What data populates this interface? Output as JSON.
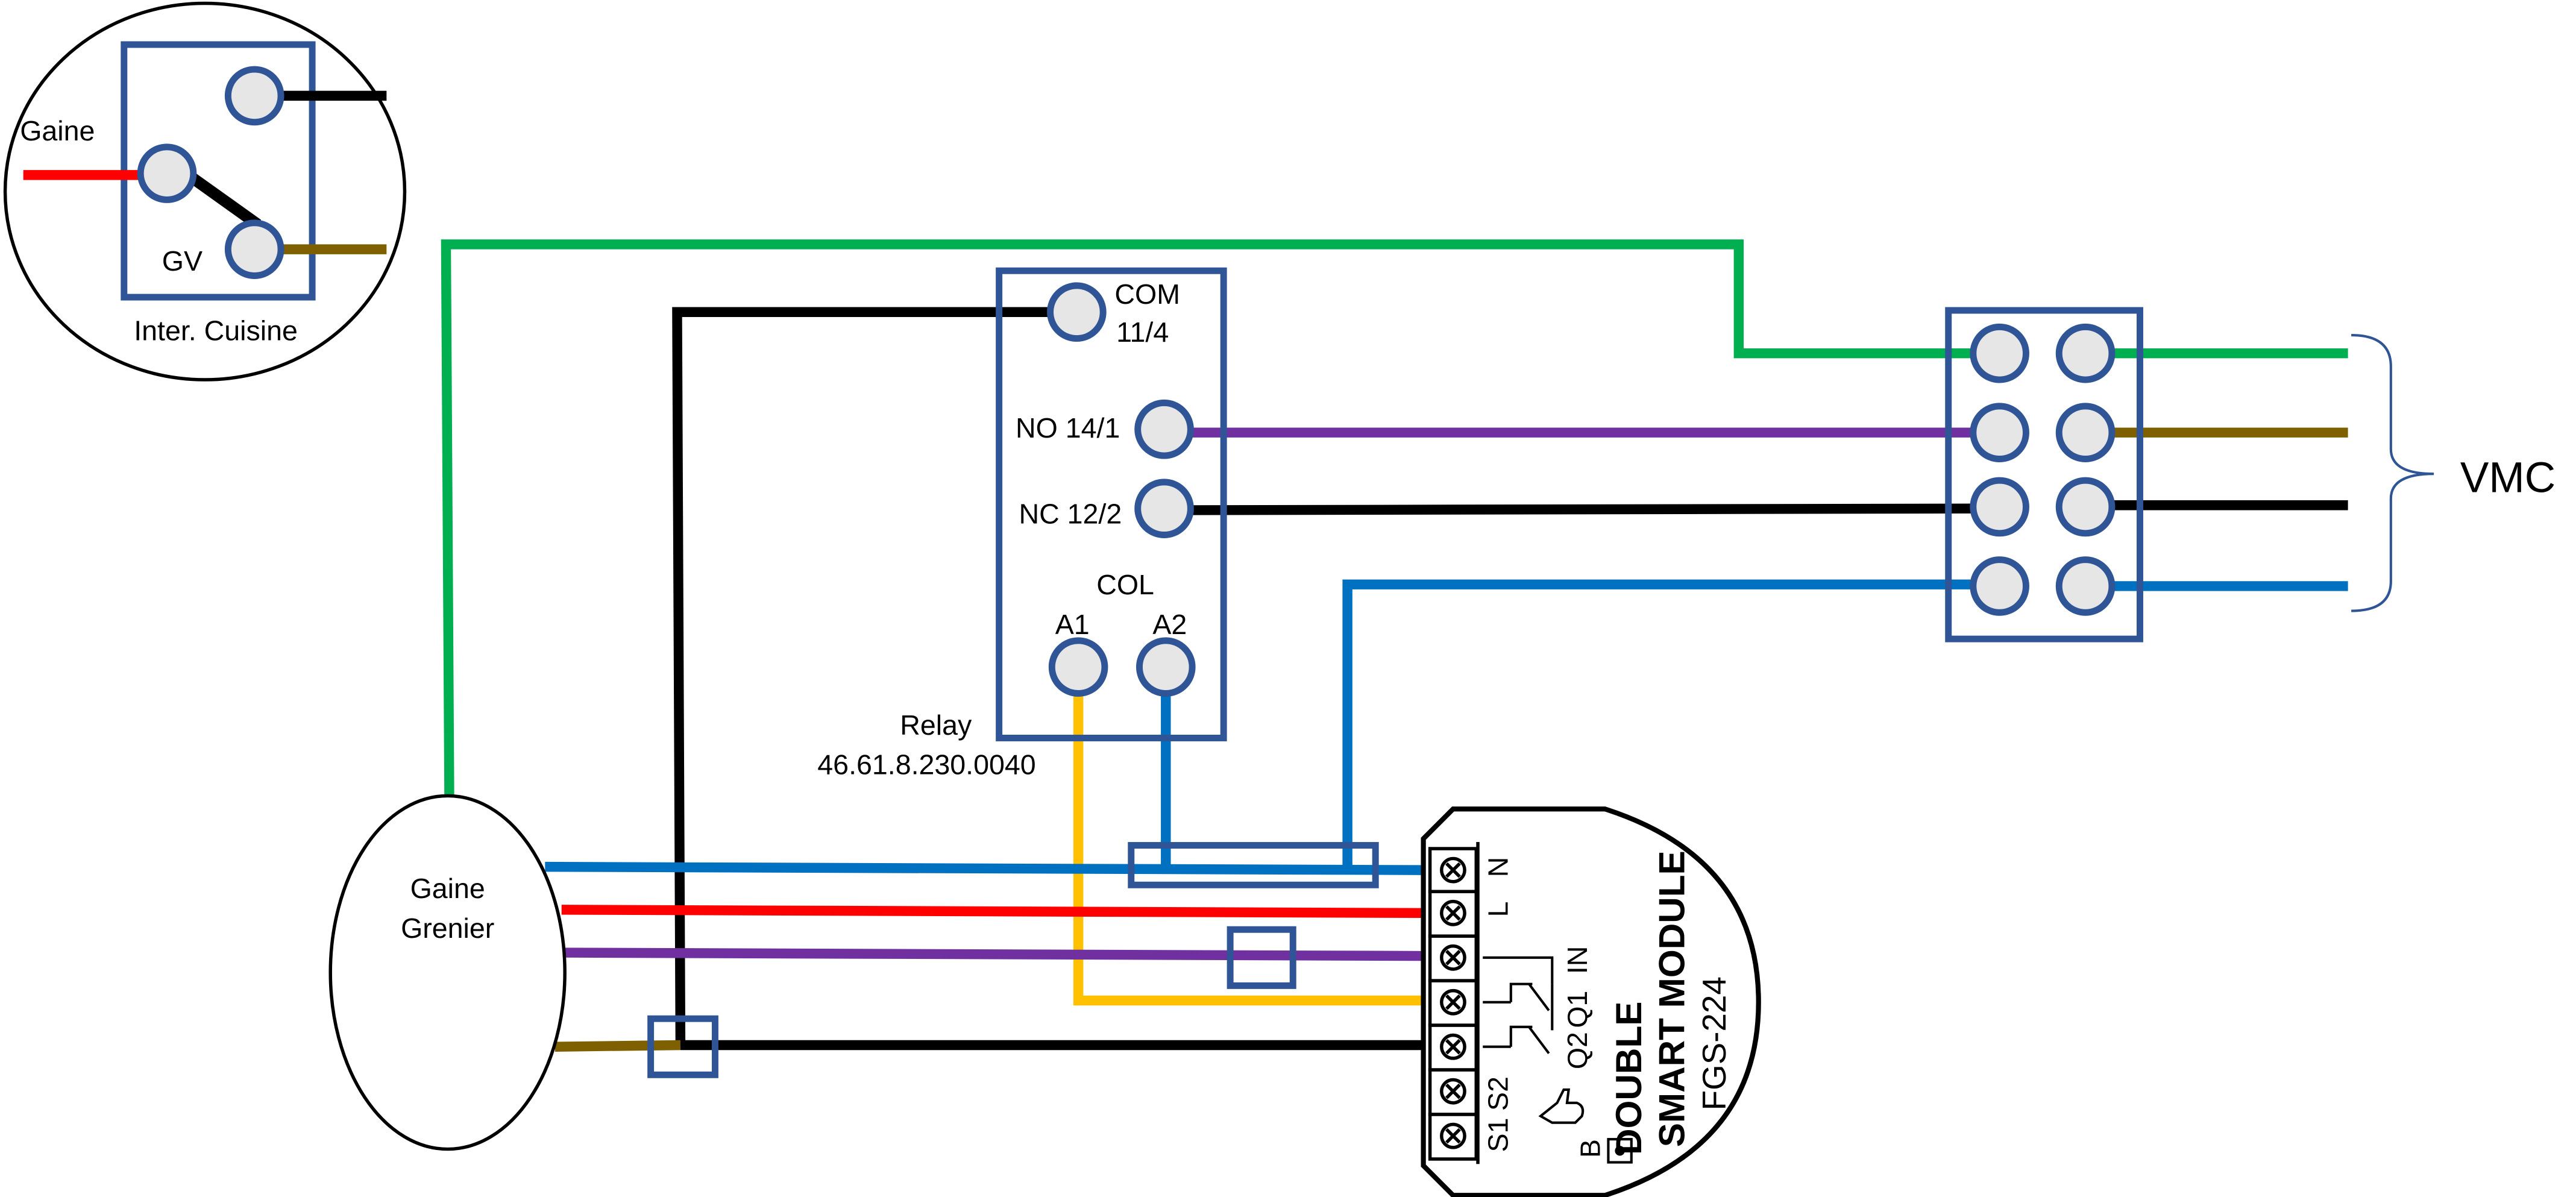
{
  "colors": {
    "black": "#000000",
    "red": "#ff0000",
    "green": "#00b050",
    "blue": "#0070c0",
    "purple": "#7030a0",
    "brown": "#7f6000",
    "yellow": "#ffc000",
    "outline": "#2f5597"
  },
  "switch": {
    "gaine_label": "Gaine",
    "gv_label": "GV",
    "caption": "Inter. Cuisine"
  },
  "relay": {
    "com_label": "COM",
    "com_number": "11/4",
    "no_label": "NO 14/1",
    "nc_label": "NC 12/2",
    "col_label": "COL",
    "a1_label": "A1",
    "a2_label": "A2",
    "name_label": "Relay",
    "part_number": "46.61.8.230.0040"
  },
  "vmc": {
    "label": "VMC"
  },
  "gaine_grenier": {
    "line1": "Gaine",
    "line2": "Grenier"
  },
  "module": {
    "title": "DOUBLE",
    "subtitle": "SMART MODULE",
    "model": "FGS-224",
    "n_label": "N",
    "l_label": "L",
    "in_label": "IN",
    "q1_label": "Q1",
    "q2_label": "Q2",
    "s2_label": "S2",
    "s1_label": "S1",
    "b_label": "B"
  }
}
